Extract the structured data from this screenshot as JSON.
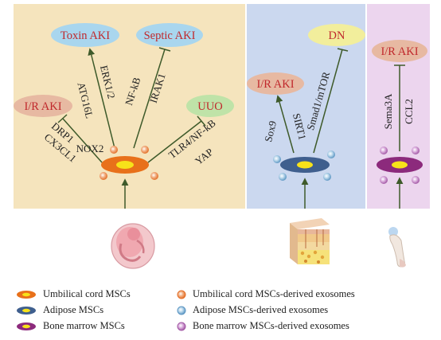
{
  "panels": {
    "umbilical": {
      "fill": "#f5e4bd",
      "outcomes": {
        "toxin": "Toxin AKI",
        "septic": "Septic AKI",
        "ir": "I/R AKI",
        "uuo": "UUO"
      },
      "pathways": {
        "erk": "ERK1/2",
        "atg": "ATG16L",
        "nfkb": "NF-kB",
        "irak": "IRAK1",
        "drp": "DRP1",
        "cx3": "CX3CL1",
        "nox": "NOX2",
        "tlr": "TLR4/NF-kB",
        "yap": "YAP"
      }
    },
    "adipose": {
      "fill": "#cbd8ef",
      "outcomes": {
        "ir": "I/R AKI",
        "dn": "DN"
      },
      "pathways": {
        "sox": "Sox9",
        "sirt": "SIRT1",
        "smad": "Smad1/mTOR"
      }
    },
    "bone": {
      "fill": "#ecd5ee",
      "outcomes": {
        "ir": "I/R AKI"
      },
      "pathways": {
        "sema": "Sema3A",
        "ccl": "CCL2"
      }
    }
  },
  "colors": {
    "ellipse_pink": "#a9d6ee",
    "ellipse_green": "#bfe3a8",
    "ellipse_salmon": "#e7b9a2",
    "ellipse_yellow": "#f2ee9c",
    "ellipse_text": "#c0282c",
    "arrow": "#3e5a2a",
    "umbilical_cell": "#e8701a",
    "adipose_cell": "#3f5f8e",
    "bone_cell": "#8c2a7c",
    "nucleus": "#f7e21a"
  },
  "icons": [
    "fetus-icon",
    "skin-tissue-icon",
    "femur-bone-icon"
  ],
  "legend": {
    "umbilical_msc": "Umbilical cord MSCs",
    "adipose_msc": "Adipose MSCs",
    "bone_msc": "Bone marrow MSCs",
    "umbilical_exo": "Umbilical cord MSCs-derived exosomes",
    "adipose_exo": "Adipose MSCs-derived exosomes",
    "bone_exo": "Bone marrow MSCs-derived exosomes"
  }
}
